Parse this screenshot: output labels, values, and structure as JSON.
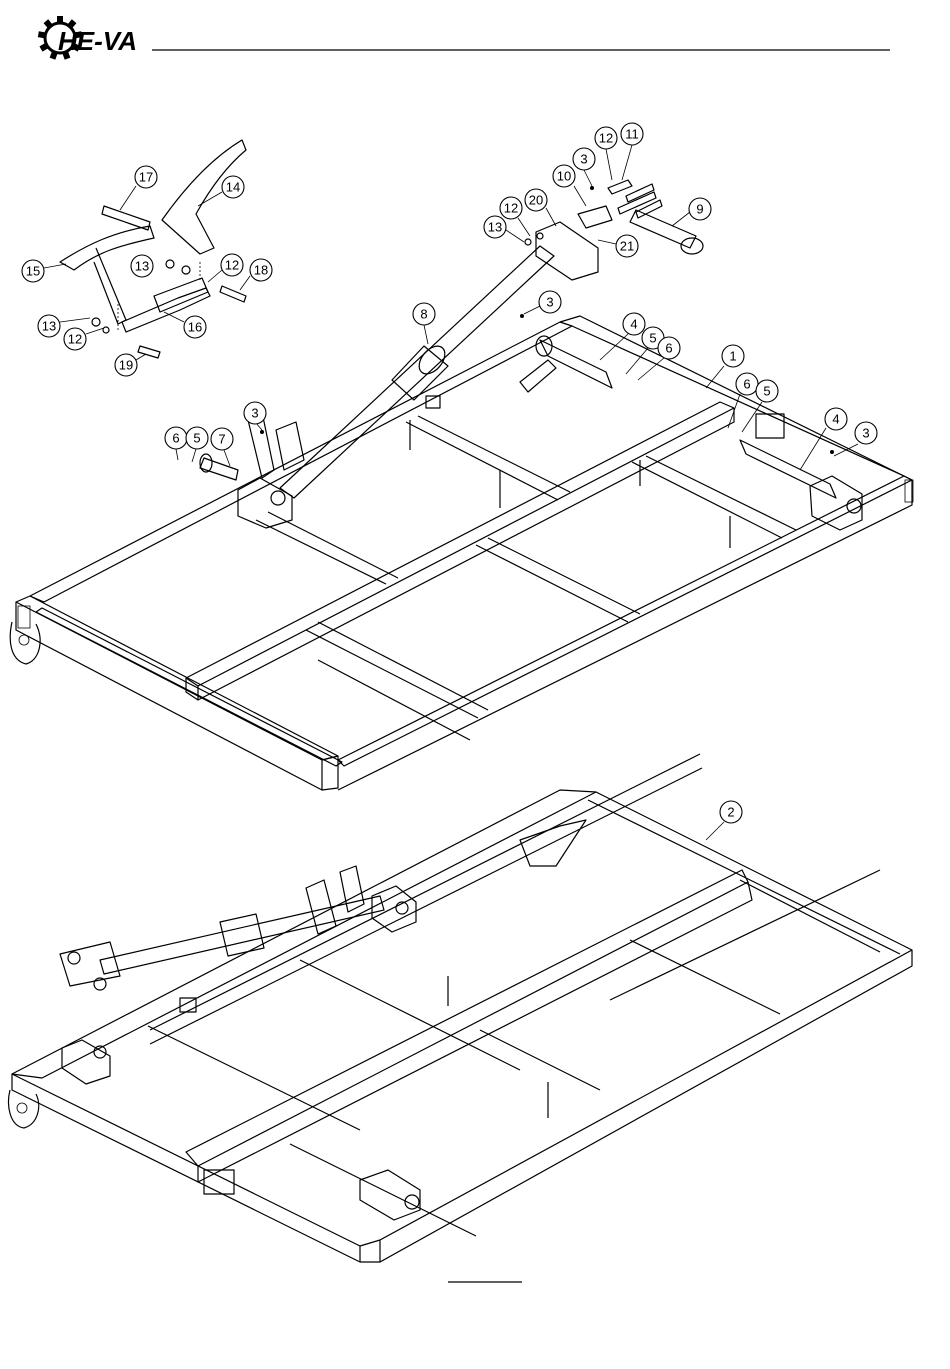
{
  "header": {
    "brand": "HE-VA"
  },
  "callouts": [
    {
      "id": "c17",
      "label": "17"
    },
    {
      "id": "c14",
      "label": "14"
    },
    {
      "id": "c15",
      "label": "15"
    },
    {
      "id": "c13a",
      "label": "13"
    },
    {
      "id": "c12a",
      "label": "12"
    },
    {
      "id": "c18",
      "label": "18"
    },
    {
      "id": "c13b",
      "label": "13"
    },
    {
      "id": "c12b",
      "label": "12"
    },
    {
      "id": "c16",
      "label": "16"
    },
    {
      "id": "c19",
      "label": "19"
    },
    {
      "id": "c12c",
      "label": "12"
    },
    {
      "id": "c11",
      "label": "11"
    },
    {
      "id": "c3a",
      "label": "3"
    },
    {
      "id": "c10",
      "label": "10"
    },
    {
      "id": "c20",
      "label": "20"
    },
    {
      "id": "c12d",
      "label": "12"
    },
    {
      "id": "c13c",
      "label": "13"
    },
    {
      "id": "c21",
      "label": "21"
    },
    {
      "id": "c9",
      "label": "9"
    },
    {
      "id": "c3b",
      "label": "3"
    },
    {
      "id": "c8",
      "label": "8"
    },
    {
      "id": "c4a",
      "label": "4"
    },
    {
      "id": "c5a",
      "label": "5"
    },
    {
      "id": "c6a",
      "label": "6"
    },
    {
      "id": "c1",
      "label": "1"
    },
    {
      "id": "c6b",
      "label": "6"
    },
    {
      "id": "c5b",
      "label": "5"
    },
    {
      "id": "c3c",
      "label": "3"
    },
    {
      "id": "c6c",
      "label": "6"
    },
    {
      "id": "c5c",
      "label": "5"
    },
    {
      "id": "c7",
      "label": "7"
    },
    {
      "id": "c4b",
      "label": "4"
    },
    {
      "id": "c3d",
      "label": "3"
    },
    {
      "id": "c2",
      "label": "2"
    }
  ]
}
